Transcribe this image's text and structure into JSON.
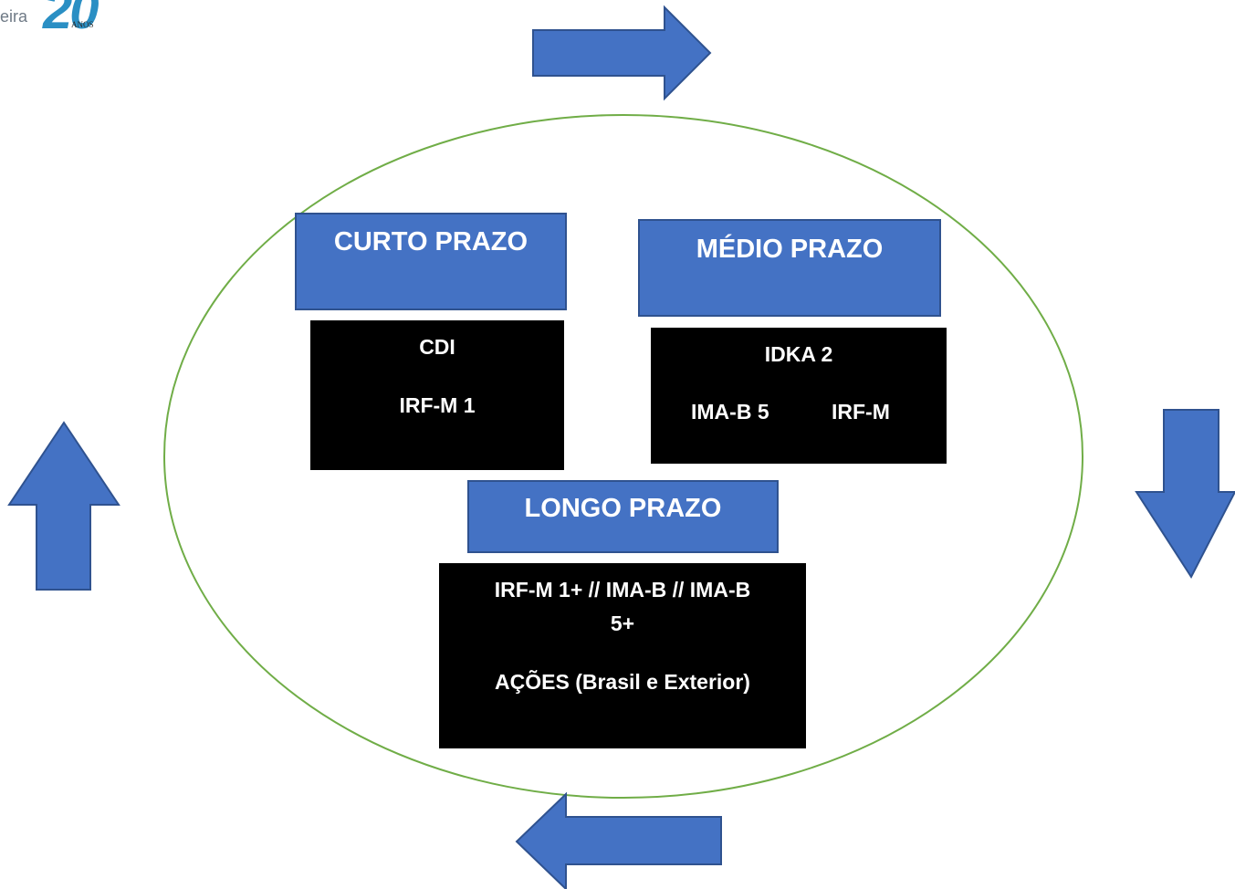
{
  "logo": {
    "text": "eira",
    "number": "20",
    "suffix": "ANOS"
  },
  "colors": {
    "arrow": "#4472c4",
    "arrow_border": "#2f528f",
    "ellipse": "#70ad47",
    "box": "#000000",
    "text": "#ffffff"
  },
  "arrows": [
    {
      "direction": "right",
      "icon": "arrow-right-icon"
    },
    {
      "direction": "down",
      "icon": "arrow-down-icon"
    },
    {
      "direction": "left",
      "icon": "arrow-left-icon"
    },
    {
      "direction": "up",
      "icon": "arrow-up-icon"
    }
  ],
  "sections": {
    "curto": {
      "title": "CURTO PRAZO",
      "items": [
        "CDI",
        "IRF-M 1"
      ]
    },
    "medio": {
      "title": "MÉDIO PRAZO",
      "items": [
        "IDKA 2",
        "IMA-B 5",
        "IRF-M"
      ]
    },
    "longo": {
      "title": "LONGO PRAZO",
      "items": [
        "IRF-M 1+ // IMA-B // IMA-B",
        "5+",
        "AÇÕES (Brasil e Exterior)"
      ]
    }
  }
}
